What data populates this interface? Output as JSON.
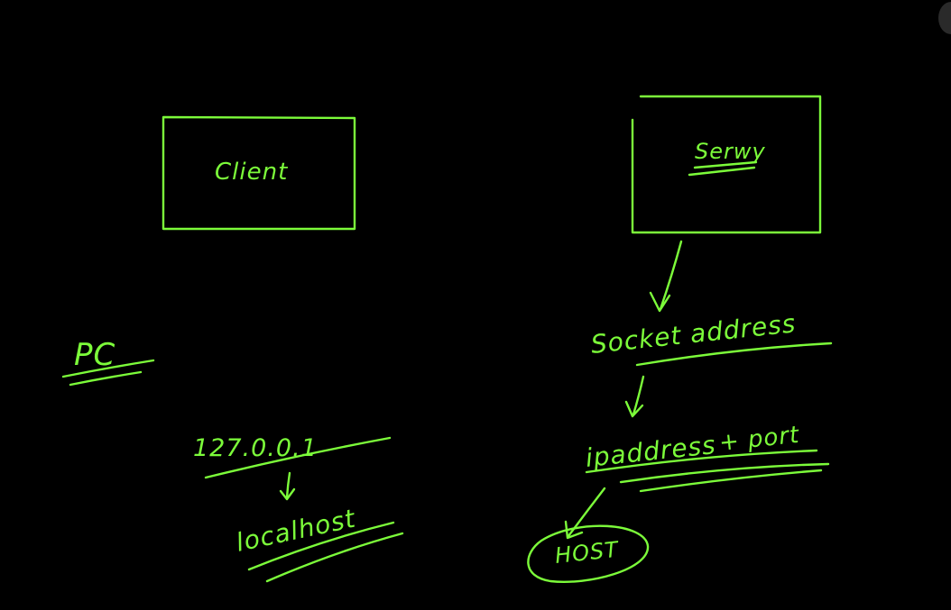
{
  "colors": {
    "background": "#000000",
    "ink": "#7CFC3A"
  },
  "labels": {
    "client": "Client",
    "server": "Serwy",
    "pc": "PC",
    "ip_loopback": "127.0.0.1",
    "localhost": "localhost",
    "socket_address": "Socket address",
    "ip_address": "ipaddress",
    "plus_port": "+ port",
    "host": "HOST"
  }
}
